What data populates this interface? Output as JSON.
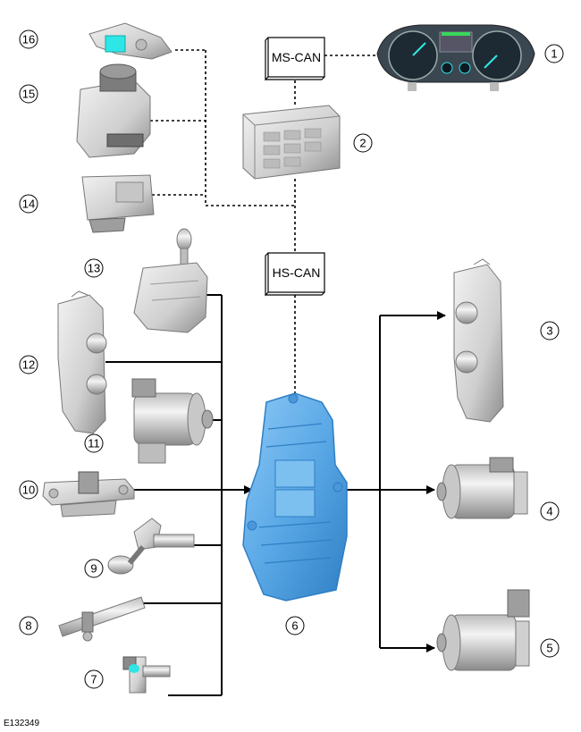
{
  "figure": {
    "id_label": "E132349",
    "buses": {
      "ms_can": "MS-CAN",
      "hs_can": "HS-CAN"
    },
    "callouts": [
      "1",
      "2",
      "3",
      "4",
      "5",
      "6",
      "7",
      "8",
      "9",
      "10",
      "11",
      "12",
      "13",
      "14",
      "15",
      "16"
    ]
  },
  "colors": {
    "line": "#000000",
    "module_blue": "#5aa8e6",
    "module_blue_dark": "#2f7fc4",
    "part_grey": "#d9d9d9",
    "part_grey_dark": "#9a9a9a",
    "accent_cyan": "#2ee6e6",
    "cluster_dark": "#1e2a33"
  },
  "icons": {
    "c1": "instrument-cluster-icon",
    "c2": "body-control-module-icon",
    "c3": "gearshift-actuator-icon",
    "c4": "electric-motor-icon",
    "c5": "electric-motor-icon",
    "c6": "transmission-control-module-icon",
    "c7": "speed-sensor-icon",
    "c8": "speed-sensor-icon",
    "c9": "position-sensor-icon",
    "c10": "sensor-bracket-icon",
    "c11": "clutch-motor-icon",
    "c12": "gearshift-actuator-icon",
    "c13": "gear-selector-lever-icon",
    "c14": "engine-control-module-icon",
    "c15": "abs-module-icon",
    "c16": "steering-angle-sensor-icon"
  }
}
